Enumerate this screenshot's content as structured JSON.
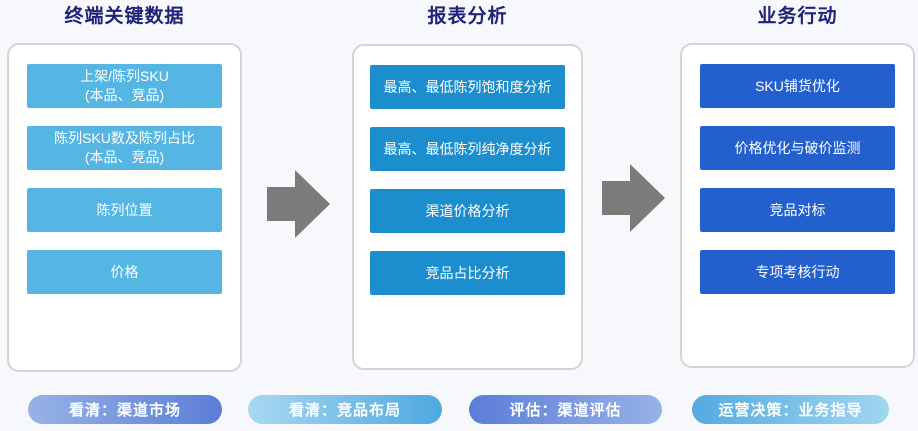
{
  "columns": {
    "left": {
      "title": "终端关键数据",
      "items": [
        {
          "line1": "上架/陈列SKU",
          "line2": "(本品、竞品)"
        },
        {
          "line1": "陈列SKU数及陈列占比",
          "line2": "(本品、竞品)"
        },
        {
          "line1": "陈列位置"
        },
        {
          "line1": "价格"
        }
      ]
    },
    "middle": {
      "title": "报表分析",
      "items": [
        {
          "line1": "最高、最低陈列饱和度分析"
        },
        {
          "line1": "最高、最低陈列纯净度分析"
        },
        {
          "line1": "渠道价格分析"
        },
        {
          "line1": "竞品占比分析"
        }
      ]
    },
    "right": {
      "title": "业务行动",
      "items": [
        {
          "line1": "SKU铺货优化"
        },
        {
          "line1": "价格优化与破价监测"
        },
        {
          "line1": "竞品对标"
        },
        {
          "line1": "专项考核行动"
        }
      ]
    }
  },
  "pills": [
    {
      "label": "看清：渠道市场"
    },
    {
      "label": "看清：竞品布局"
    },
    {
      "label": "评估：渠道评估"
    },
    {
      "label": "运营决策：业务指导"
    }
  ],
  "colors": {
    "background": "#f7f8fb",
    "title_text": "#1f2276",
    "left_node": "#55b6e4",
    "middle_node": "#1d8ecd",
    "right_node": "#2360ce",
    "arrow": "#7b7b79",
    "card_border": "#d4d4d4",
    "pill_blue_light": "#97b2e6",
    "pill_blue_dark": "#5c7dd8",
    "pill_cyan_light": "#a8d8f0",
    "pill_cyan_dark": "#4fa7e0"
  }
}
